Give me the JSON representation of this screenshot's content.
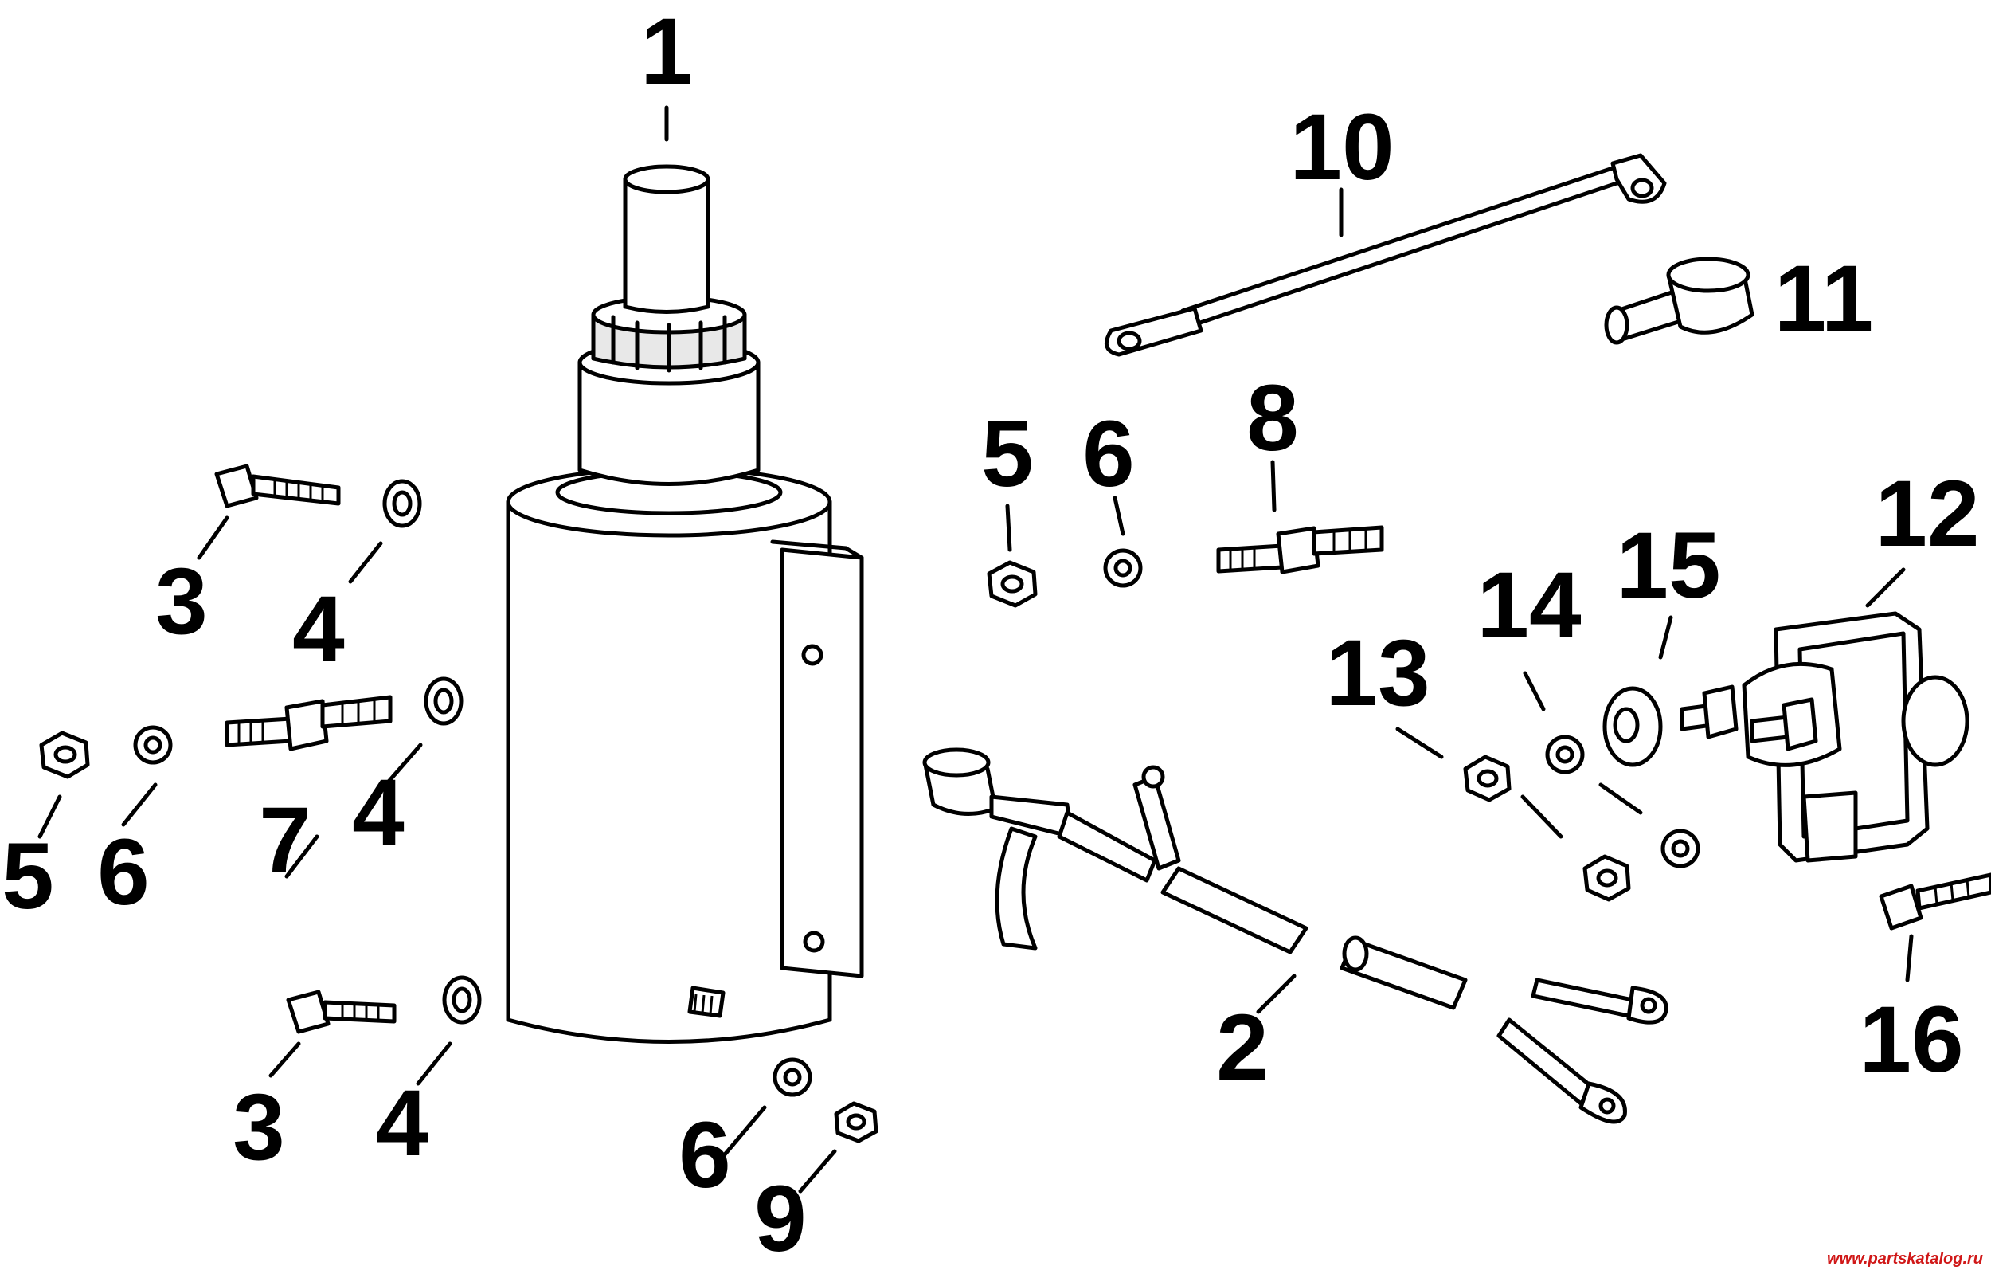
{
  "labels": {
    "l1": "1",
    "l2": "2",
    "l3a": "3",
    "l3b": "3",
    "l4a": "4",
    "l4b": "4",
    "l4c": "4",
    "l5a": "5",
    "l5b": "5",
    "l6a": "6",
    "l6b": "6",
    "l6c": "6",
    "l7": "7",
    "l8": "8",
    "l9": "9",
    "l10": "10",
    "l11": "11",
    "l12": "12",
    "l13": "13",
    "l14": "14",
    "l15": "15",
    "l16": "16"
  },
  "watermark": "www.partskatalog.ru"
}
